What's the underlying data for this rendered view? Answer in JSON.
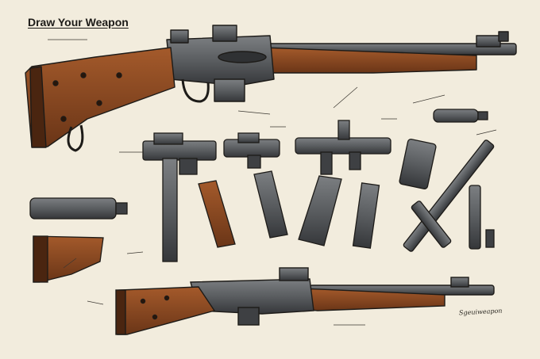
{
  "title": "Draw Your Weapon",
  "signature": "Sgeuiweapon",
  "colors": {
    "paper": "#f2ecdd",
    "wood": "#8b4a22",
    "wood_dark": "#5a2e14",
    "metal": "#5e6062",
    "metal_dark": "#2f3133",
    "ink": "#1d1b18"
  },
  "parts": [
    {
      "name": "top-rifle"
    },
    {
      "name": "bottom-rifle"
    },
    {
      "name": "receiver-assembly"
    },
    {
      "name": "scope-left"
    },
    {
      "name": "scope-right"
    },
    {
      "name": "magazine-wood"
    },
    {
      "name": "magazine-curved"
    },
    {
      "name": "magazine-drum"
    },
    {
      "name": "barrel-long"
    },
    {
      "name": "bipod"
    },
    {
      "name": "stock-piece"
    },
    {
      "name": "silencer"
    },
    {
      "name": "cartridge"
    }
  ]
}
